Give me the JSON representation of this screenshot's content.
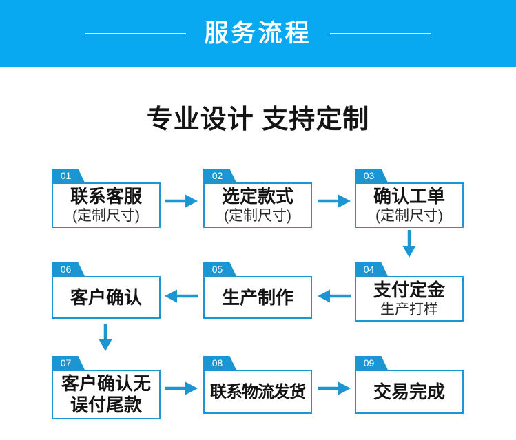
{
  "header": {
    "title": "服务流程"
  },
  "section": {
    "title": "专业设计 支持定制"
  },
  "flow": {
    "type": "flowchart",
    "steps": [
      {
        "num": "01",
        "line1": "联系客服",
        "line2": "(定制尺寸)"
      },
      {
        "num": "02",
        "line1": "选定款式",
        "line2": "(定制尺寸)"
      },
      {
        "num": "03",
        "line1": "确认工单",
        "line2": "(定制尺寸)"
      },
      {
        "num": "04",
        "line1": "支付定金",
        "line2": "生产打样"
      },
      {
        "num": "05",
        "line1": "生产制作"
      },
      {
        "num": "06",
        "line1": "客户确认"
      },
      {
        "num": "07",
        "line1": "客户确认无",
        "line2": "误付尾款"
      },
      {
        "num": "08",
        "line1": "联系物流发货"
      },
      {
        "num": "09",
        "line1": "交易完成"
      }
    ],
    "connections": [
      "01→02",
      "02→03",
      "03→04",
      "04→05",
      "05→06",
      "06→07",
      "07→08",
      "08→09"
    ]
  },
  "colors": {
    "header_bg": "#09a9f2",
    "accent": "#1b96d2",
    "text": "#141414",
    "box_bg": "#ffffff"
  }
}
